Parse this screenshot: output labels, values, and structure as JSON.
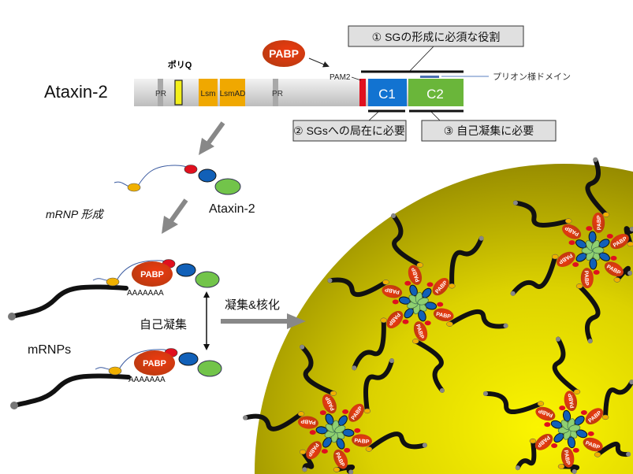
{
  "protein": {
    "name": "Ataxin-2",
    "polyq_label": "ポリQ",
    "pabp": "PABP",
    "pam2": "PAM2",
    "domains": {
      "pr1": "PR",
      "lsm": "Lsm",
      "lsmad": "LsmAD",
      "pr2": "PR",
      "c1": "C1",
      "c2": "C2"
    },
    "prion_label": "プリオン様ドメイン"
  },
  "callouts": {
    "role1": "① SGの形成に必須な役割",
    "role2": "② SGsへの局在に必要",
    "role3": "③ 自己凝集に必要"
  },
  "steps": {
    "ataxin_label": "Ataxin-2",
    "mrnp_formation": "mRNP 形成",
    "polya": "AAAAAAA",
    "self_aggregation": "自己凝集",
    "mrnps": "mRNPs",
    "aggregation_nucleation": "凝集&核化"
  },
  "colors": {
    "c1": "#1273d1",
    "c2": "#6ab63a",
    "pabp": "#d9361a",
    "lsm": "#f0a800",
    "granule": "#d8d000"
  }
}
